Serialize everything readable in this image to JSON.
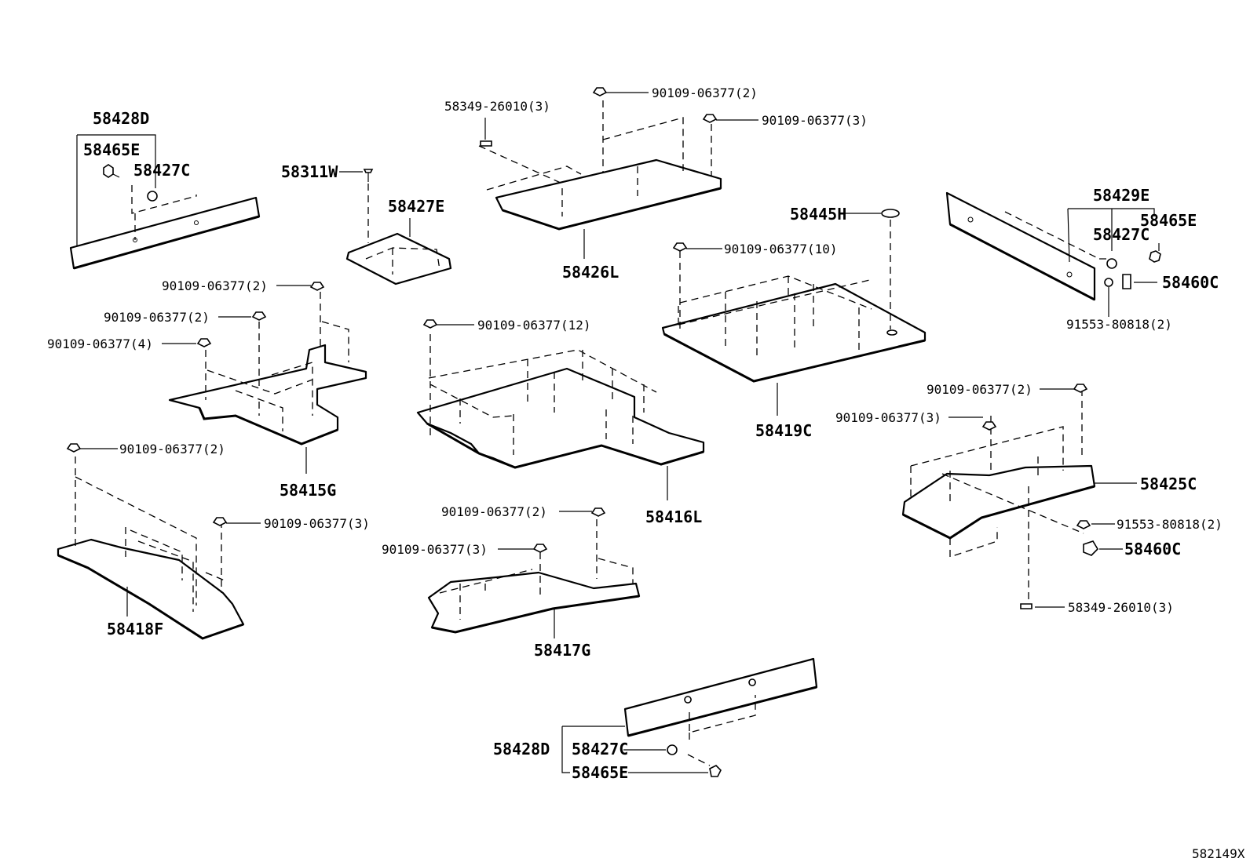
{
  "diagram_id": "582149X",
  "parts": {
    "p58428D_a": "58428D",
    "p58465E_a": "58465E",
    "p58427C_a": "58427C",
    "p58311W": "58311W",
    "p58427E": "58427E",
    "p58349_a": "58349-26010(3)",
    "p90109_2a": "90109-06377(2)",
    "p90109_3a": "90109-06377(3)",
    "p58426L": "58426L",
    "p58445H": "58445H",
    "p90109_10": "90109-06377(10)",
    "p58429E": "58429E",
    "p58465E_b": "58465E",
    "p58427C_b": "58427C",
    "p58460C_a": "58460C",
    "p91553_a": "91553-80818(2)",
    "p58419C": "58419C",
    "p90109_2b": "90109-06377(2)",
    "p90109_2c": "90109-06377(2)",
    "p90109_4": "90109-06377(4)",
    "p58415G": "58415G",
    "p90109_12": "90109-06377(12)",
    "p58416L": "58416L",
    "p90109_2d": "90109-06377(2)",
    "p90109_3b": "90109-06377(3)",
    "p58418F": "58418F",
    "p90109_2e": "90109-06377(2)",
    "p90109_3c": "90109-06377(3)",
    "p58417G": "58417G",
    "p90109_2f": "90109-06377(2)",
    "p90109_3d": "90109-06377(3)",
    "p58425C": "58425C",
    "p91553_b": "91553-80818(2)",
    "p58460C_b": "58460C",
    "p58349_b": "58349-26010(3)",
    "p58428D_b": "58428D",
    "p58427C_c": "58427C",
    "p58465E_c": "58465E"
  }
}
